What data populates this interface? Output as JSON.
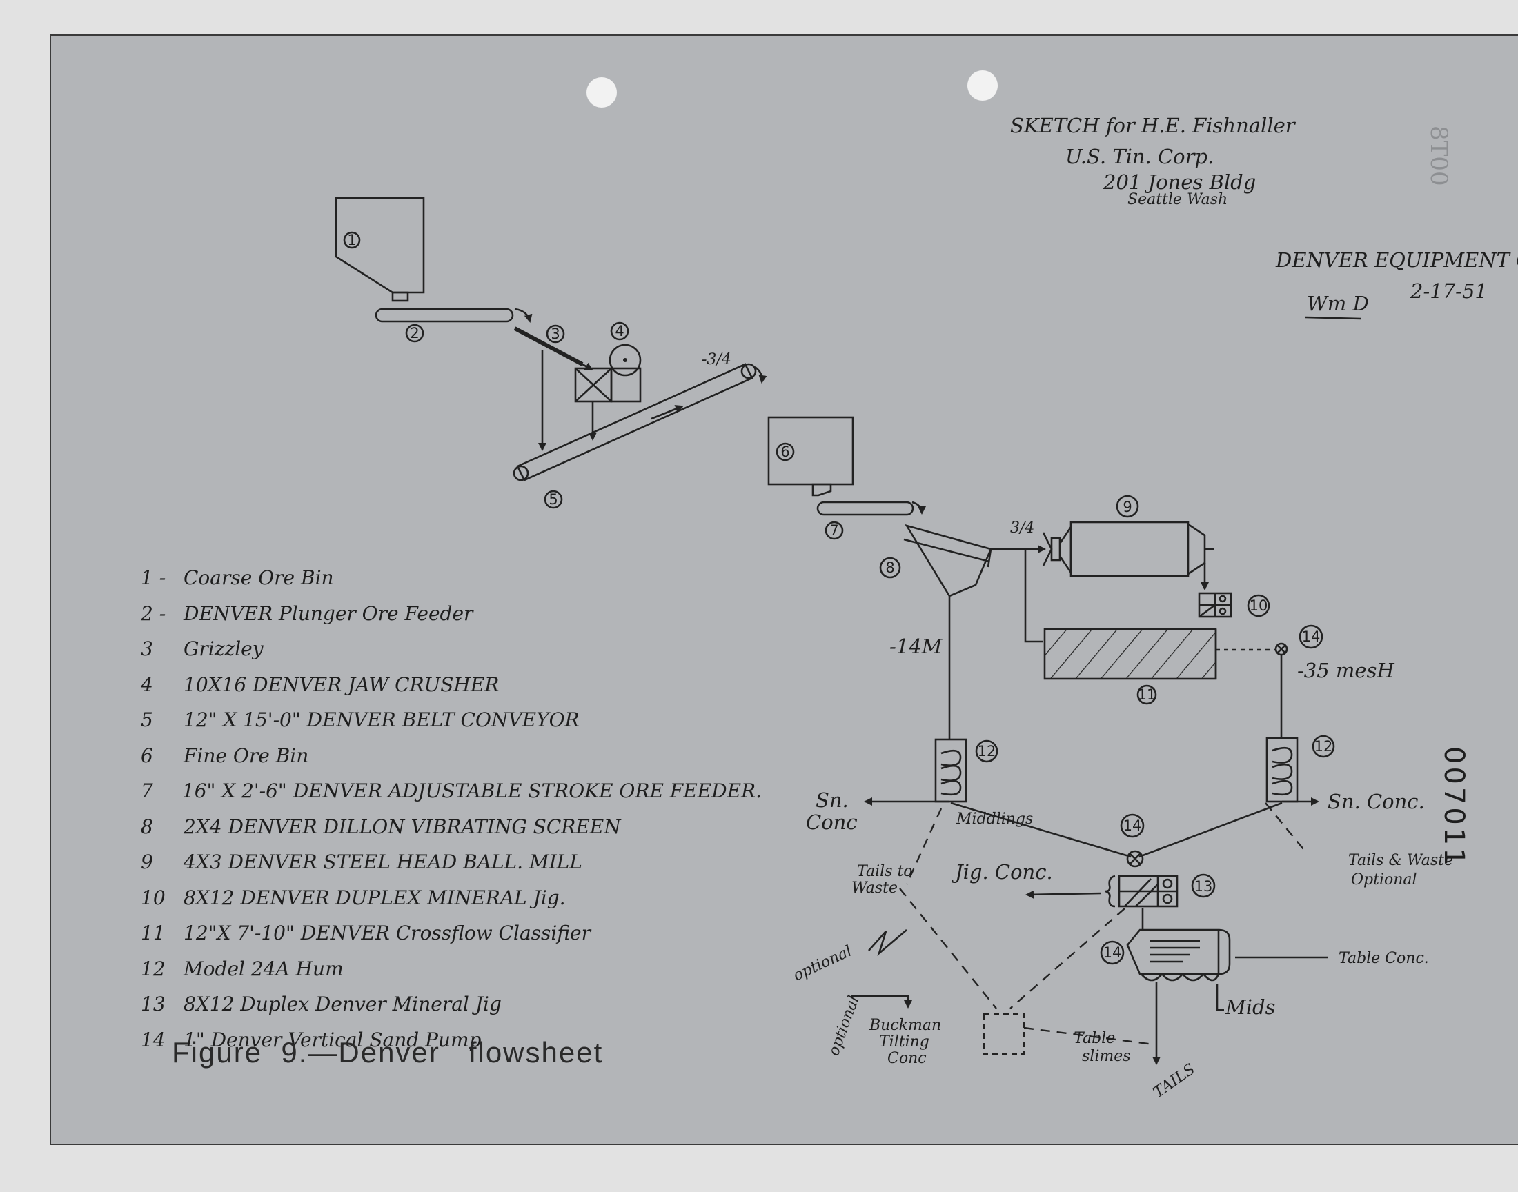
{
  "header": {
    "line1": "SKETCH for H.E. Fishnaller",
    "line2": "U.S. Tin. Corp.",
    "line3": "201 Jones Bldg",
    "line4": "Seattle Wash"
  },
  "company": {
    "name": "DENVER EQUIPMENT Co.",
    "date": "2-17-51",
    "initials": "Wm D"
  },
  "margin_id": "007011",
  "margin_id_faint": "8T00",
  "legend": [
    {
      "n": "1 -",
      "text": "Coarse Ore Bin"
    },
    {
      "n": "2 -",
      "text": "DENVER Plunger Ore Feeder"
    },
    {
      "n": "3",
      "text": "Grizzley"
    },
    {
      "n": "4",
      "text": "10X16 DENVER JAW CRUSHER"
    },
    {
      "n": "5",
      "text": "12\" X 15'-0\" DENVER BELT CONVEYOR"
    },
    {
      "n": "6",
      "text": "Fine Ore Bin"
    },
    {
      "n": "7",
      "text": "16\" X 2'-6\" DENVER ADJUSTABLE STROKE ORE FEEDER."
    },
    {
      "n": "8",
      "text": "2X4 DENVER DILLON VIBRATING SCREEN"
    },
    {
      "n": "9",
      "text": "4X3 DENVER STEEL HEAD BALL. MILL"
    },
    {
      "n": "10",
      "text": "8X12 DENVER DUPLEX MINERAL Jig."
    },
    {
      "n": "11",
      "text": "12\"X 7'-10\" DENVER Crossflow Classifier"
    },
    {
      "n": "12",
      "text": "Model 24A Hum"
    },
    {
      "n": "13",
      "text": "8X12 Duplex Denver Mineral Jig"
    },
    {
      "n": "14",
      "text": "1\"  Denver Vertical Sand Pump"
    }
  ],
  "caption": "Figure  9.—Denver   flowsheet",
  "equipment_numbers": {
    "n1": "1",
    "n2": "2",
    "n3": "3",
    "n4": "4",
    "n5": "5",
    "n6": "6",
    "n7": "7",
    "n8": "8",
    "n9": "9",
    "n10": "10",
    "n11": "11",
    "n12a": "12",
    "n12b": "12",
    "n13": "13",
    "n14a": "14",
    "n14b": "14",
    "n14c": "14"
  },
  "flow_labels": {
    "size_conveyor": "-3/4",
    "size_screen": "3/4",
    "minus14": "-14M",
    "minus35": "-35 mesH",
    "sn_conc_left_1": "Sn.",
    "sn_conc_left_2": "Conc",
    "sn_conc_right": "Sn. Conc.",
    "middlings": "Middlings",
    "jig_conc": "Jig. Conc.",
    "tails_waste_1": "Tails to",
    "tails_waste_2": "Waste",
    "tails_optional_1": "Tails & Waste",
    "tails_optional_2": "Optional",
    "optional1": "optional",
    "optional2": "optional",
    "buckman_1": "Buckman",
    "buckman_2": "Tilting",
    "buckman_3": "Conc",
    "table_slimes_1": "Table",
    "table_slimes_2": "slimes",
    "tails": "TAILS",
    "mids": "Mids",
    "table_conc": "Table Conc."
  }
}
